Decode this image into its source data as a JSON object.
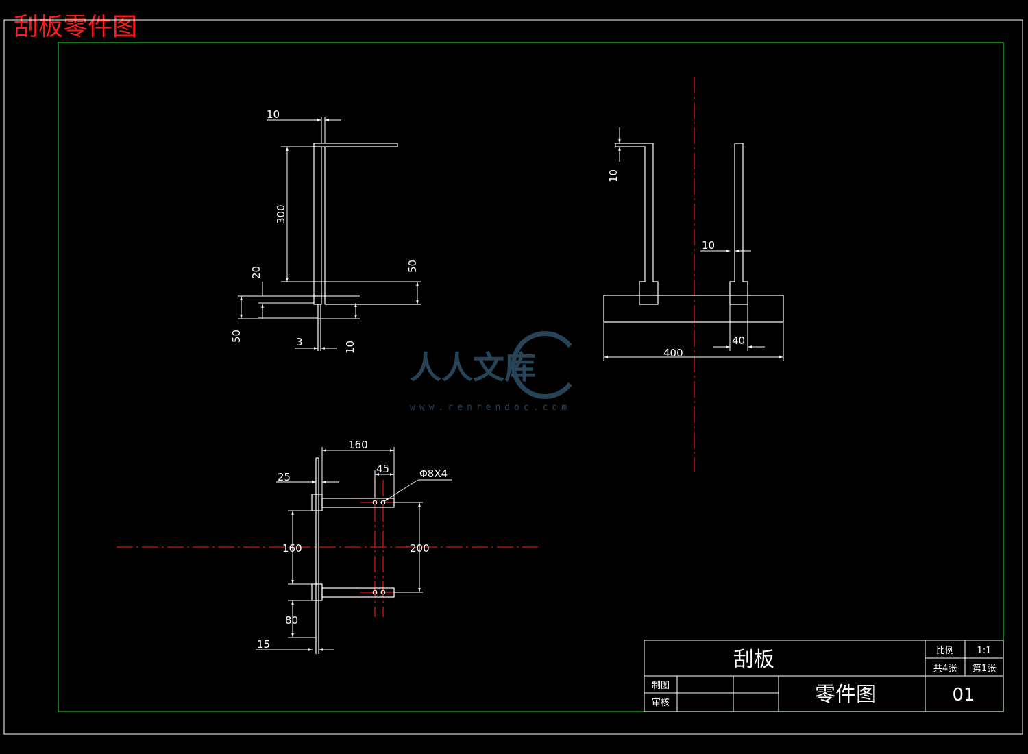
{
  "drawing_title": "刮板零件图",
  "dimensions": {
    "front_view": {
      "d10_top": "10",
      "d300": "300",
      "d20": "20",
      "d50_right": "50",
      "d50_left": "50",
      "d3": "3",
      "d10_bottom": "10"
    },
    "side_view": {
      "d10_vertical": "10",
      "d10_horizontal": "10",
      "d400": "400",
      "d40": "40"
    },
    "top_view": {
      "d160_top": "160",
      "d25": "25",
      "d45": "45",
      "hole_note": "Φ8X4",
      "d160_left": "160",
      "d200": "200",
      "d80": "80",
      "d15": "15"
    }
  },
  "title_block": {
    "part_name": "刮板",
    "scale_label": "比例",
    "scale_value": "1:1",
    "total_sheets": "共4张",
    "sheet_number": "第1张",
    "drawn_label": "制图",
    "checked_label": "审核",
    "drawing_type": "零件图",
    "drawing_no": "01"
  },
  "watermark": {
    "text": "人人文库",
    "url": "www.renrendoc.com"
  },
  "colors": {
    "background": "#000000",
    "geometry": "#ffffff",
    "centerline": "#e01010",
    "inner_frame": "#20c020",
    "title": "#ff1a1a",
    "watermark": "#29475c"
  }
}
